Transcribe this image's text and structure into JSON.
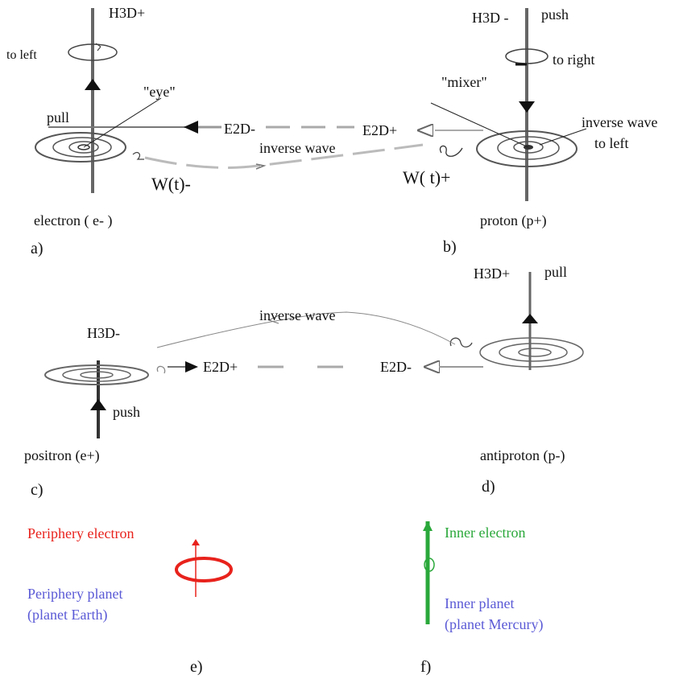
{
  "panel_a": {
    "h_label": "H3D+",
    "rotation_label": "to left",
    "pull_label": "pull",
    "eye_label": "\"eye\"",
    "e_label": "E2D-",
    "wave_label": "inverse wave",
    "w_label": "W(t)-",
    "particle_label": "electron ( e- )",
    "panel_label": "a)"
  },
  "panel_b": {
    "h_label": "H3D -",
    "push_label": "push",
    "rotation_label": "to right",
    "mixer_label": "\"mixer\"",
    "e_label": "E2D+",
    "wave_label_1": "inverse wave",
    "wave_label_2": "to left",
    "w_label": "W( t)+",
    "particle_label": "proton (p+)",
    "panel_label": "b)"
  },
  "panel_c": {
    "h_label": "H3D-",
    "e_label": "E2D+",
    "push_label": "push",
    "particle_label": "positron (e+)",
    "panel_label": "c)"
  },
  "panel_d": {
    "h_label": "H3D+",
    "pull_label": "pull",
    "wave_label": "inverse wave",
    "e_label": "E2D-",
    "particle_label": "antiproton (p-)",
    "panel_label": "d)"
  },
  "panel_e": {
    "line1": "Periphery electron",
    "line2": "Periphery planet",
    "line3": "(planet Earth)",
    "panel_label": "e)"
  },
  "panel_f": {
    "line1": "Inner electron",
    "line2": "Inner planet",
    "line3": "(planet Mercury)",
    "panel_label": "f)"
  },
  "colors": {
    "red": "#e8221c",
    "blue": "#5a59d6",
    "green": "#2aa83a",
    "line": "#555555"
  }
}
